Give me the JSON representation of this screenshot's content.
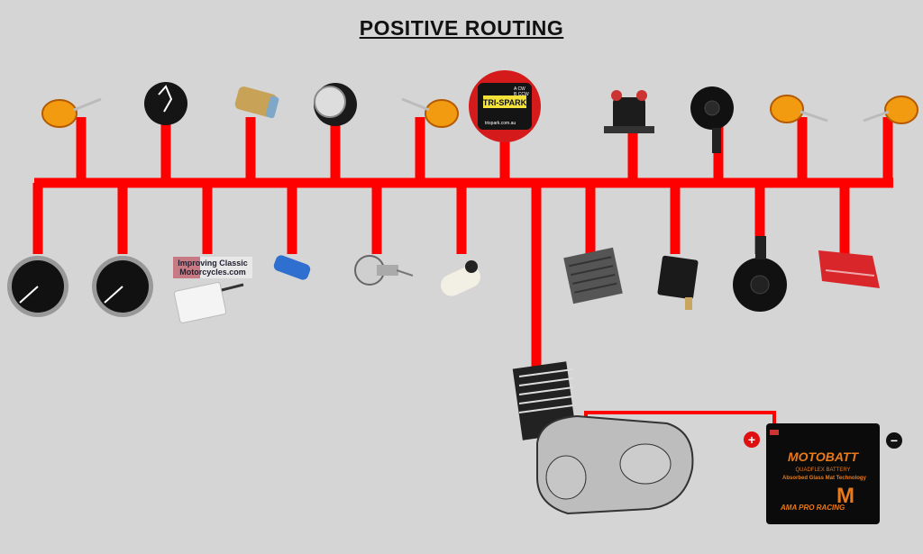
{
  "title": "POSITIVE ROUTING",
  "colors": {
    "wire": "#ff0000",
    "background": "#d5d5d5",
    "battery_text": "#e87a1a"
  },
  "components_top": [
    "indicator-left-icon",
    "gauge-icon",
    "inline-filter-icon",
    "headlight-icon",
    "indicator-icon",
    "ignition-module-icon",
    "starter-solenoid-icon",
    "horn-icon",
    "indicator-icon",
    "indicator-right-icon"
  ],
  "components_bottom": [
    "tachometer-icon",
    "speedometer-icon",
    "control-module-icon",
    "bulb-icon",
    "bulb-holder-icon",
    "capsule-icon",
    "regulator-rectifier-icon",
    "relay-icon",
    "horn-icon",
    "tail-light-icon"
  ],
  "trispark": {
    "brand": "TRI-SPARK",
    "opt_a": "A CW",
    "opt_b": "B CCW",
    "web": "trispark.com.au"
  },
  "icm_logo": {
    "line1": "Improving Classic",
    "line2": "Motorcycles.com"
  },
  "battery": {
    "brand": "MOTOBATT",
    "line": "QUADFLEX BATTERY",
    "tech": "Absorbed Glass Mat Technology",
    "badge": "AMA PRO RACING",
    "logo": "M",
    "positive": "+",
    "negative": "−"
  }
}
